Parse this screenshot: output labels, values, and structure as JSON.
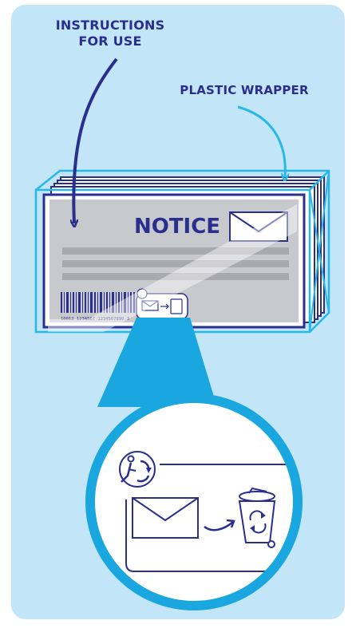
{
  "labels": {
    "instructions_line1": "INSTRUCTIONS",
    "instructions_line2": "FOR USE",
    "plastic_wrapper": "PLASTIC WRAPPER"
  },
  "envelope": {
    "notice_text": "NOTICE",
    "barcode_digits": "10012 1234567 1234567890 3"
  },
  "colors": {
    "background_panel": "#c2e6f8",
    "label_navy": "#2a2f8e",
    "wrapper_cyan": "#29b6e8",
    "envelope_gray": "#c8c9cd",
    "magnifier_blue": "#1aa6de"
  },
  "icons": [
    "recycling-symbol-icon",
    "envelope-icon",
    "arrow-icon",
    "recycle-bin-icon"
  ]
}
